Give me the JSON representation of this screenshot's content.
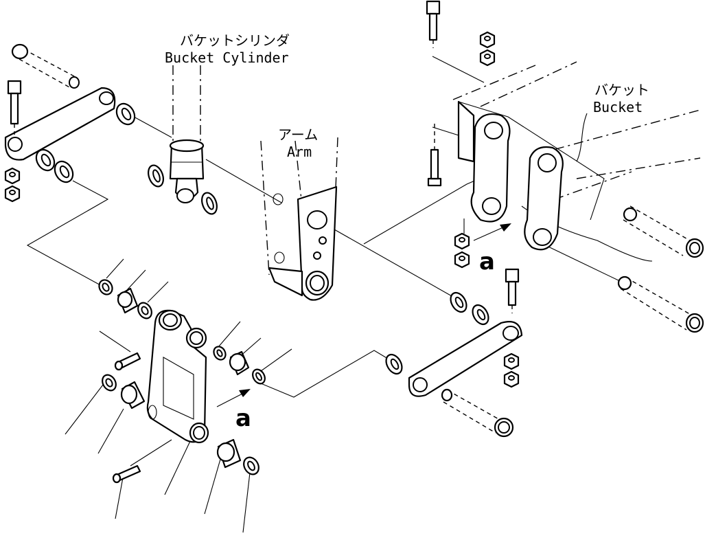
{
  "labels": {
    "bucket_cylinder_jp": "バケットシリンダ",
    "bucket_cylinder_en": "Bucket Cylinder",
    "arm_jp": "アーム",
    "arm_en": "Arm",
    "bucket_jp": "バケット",
    "bucket_en": "Bucket",
    "view_marker_right": "a",
    "view_marker_left": "a"
  },
  "colors": {
    "line": "#000000",
    "background": "#ffffff"
  }
}
